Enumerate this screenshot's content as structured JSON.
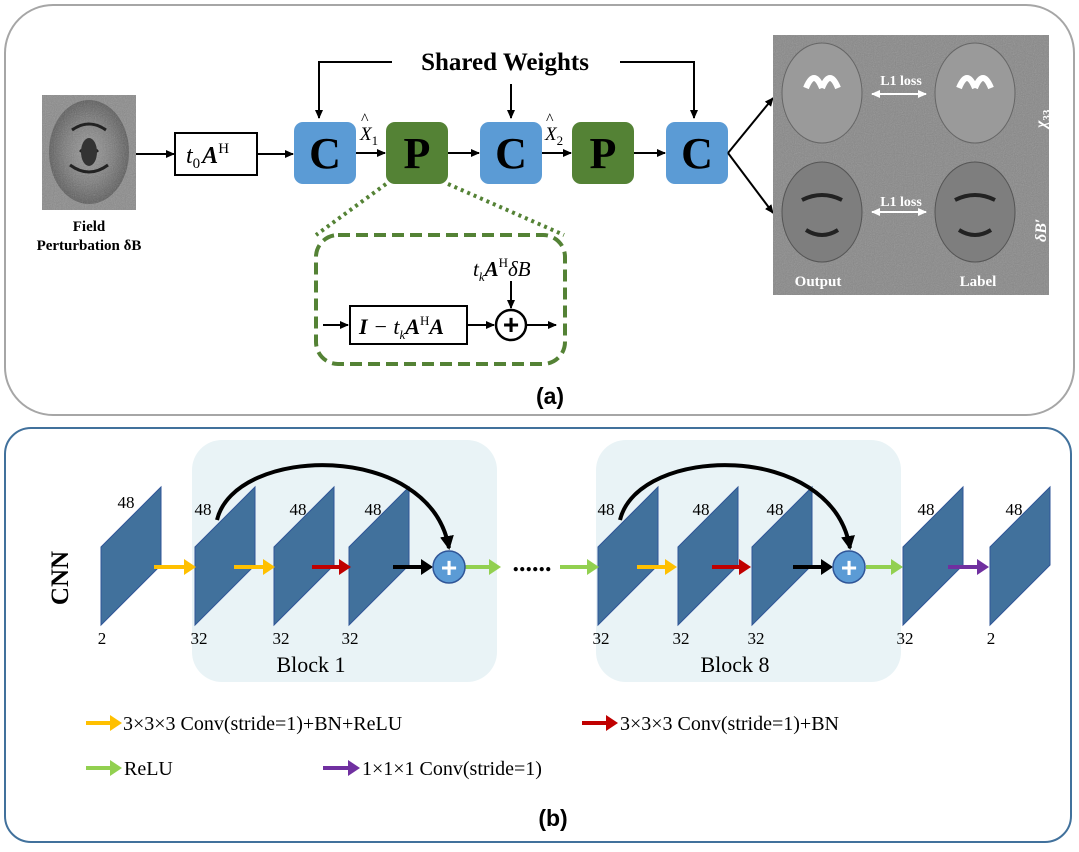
{
  "panel_a": {
    "caption": "(a)",
    "shared_weights": "Shared Weights",
    "input_caption_1": "Field",
    "input_caption_2": "Perturbation δB",
    "op_t0": "t",
    "op_t0_sub": "0",
    "op_A": "A",
    "op_H": "H",
    "cnn_label": "C",
    "prox_label": "P",
    "x1_label": "X",
    "x1_sub": "1",
    "x2_label": "X",
    "x2_sub": "2",
    "hat": "^",
    "detail_box_I": "I",
    "detail_box_minus_t": " − t",
    "detail_box_k": "k",
    "detail_box_A": "A",
    "detail_box_H": "H",
    "detail_box_A2": "A",
    "detail_term_t": "t",
    "detail_term_k": "k",
    "detail_term_A": "A",
    "detail_term_H": "H",
    "detail_term_dB": "δB",
    "plus": "+",
    "loss_1": "L1 loss",
    "loss_2": "L1 loss",
    "chi_label": "χ",
    "chi_sub": "33",
    "dbprime_label": "δB′",
    "output_label": "Output",
    "label_label": "Label",
    "colors": {
      "conv_blue": "#5b9bd5",
      "prox_green": "#548235",
      "dashed_green": "#548235",
      "frame_gray": "#a6a6a6",
      "image_bg": "#8a8a8a"
    }
  },
  "panel_b": {
    "caption": "(b)",
    "side_label": "CNN",
    "block1_label": "Block 1",
    "block8_label": "Block 8",
    "dots": "......",
    "plus": "+",
    "feature_maps": [
      {
        "top": "48",
        "bottom": "2"
      },
      {
        "top": "48",
        "bottom": "32"
      },
      {
        "top": "48",
        "bottom": "32"
      },
      {
        "top": "48",
        "bottom": "32"
      },
      {
        "top": "48",
        "bottom": "32"
      },
      {
        "top": "48",
        "bottom": "32"
      },
      {
        "top": "48",
        "bottom": "32"
      },
      {
        "top": "48",
        "bottom": "32"
      },
      {
        "top": "48",
        "bottom": "2"
      }
    ],
    "legend": {
      "conv_bn_relu": "3×3×3 Conv(stride=1)+BN+ReLU",
      "conv_bn": "3×3×3 Conv(stride=1)+BN",
      "relu": "ReLU",
      "conv1": "1×1×1 Conv(stride=1)"
    },
    "colors": {
      "frame_blue": "#41719c",
      "block_bg": "#e9f3f6",
      "slab": "#41719c",
      "arrow_yellow": "#ffc000",
      "arrow_red": "#c00000",
      "arrow_green": "#92d050",
      "arrow_purple": "#7030a0",
      "arrow_black": "#000000",
      "plus_blue": "#5b9bd5"
    }
  }
}
